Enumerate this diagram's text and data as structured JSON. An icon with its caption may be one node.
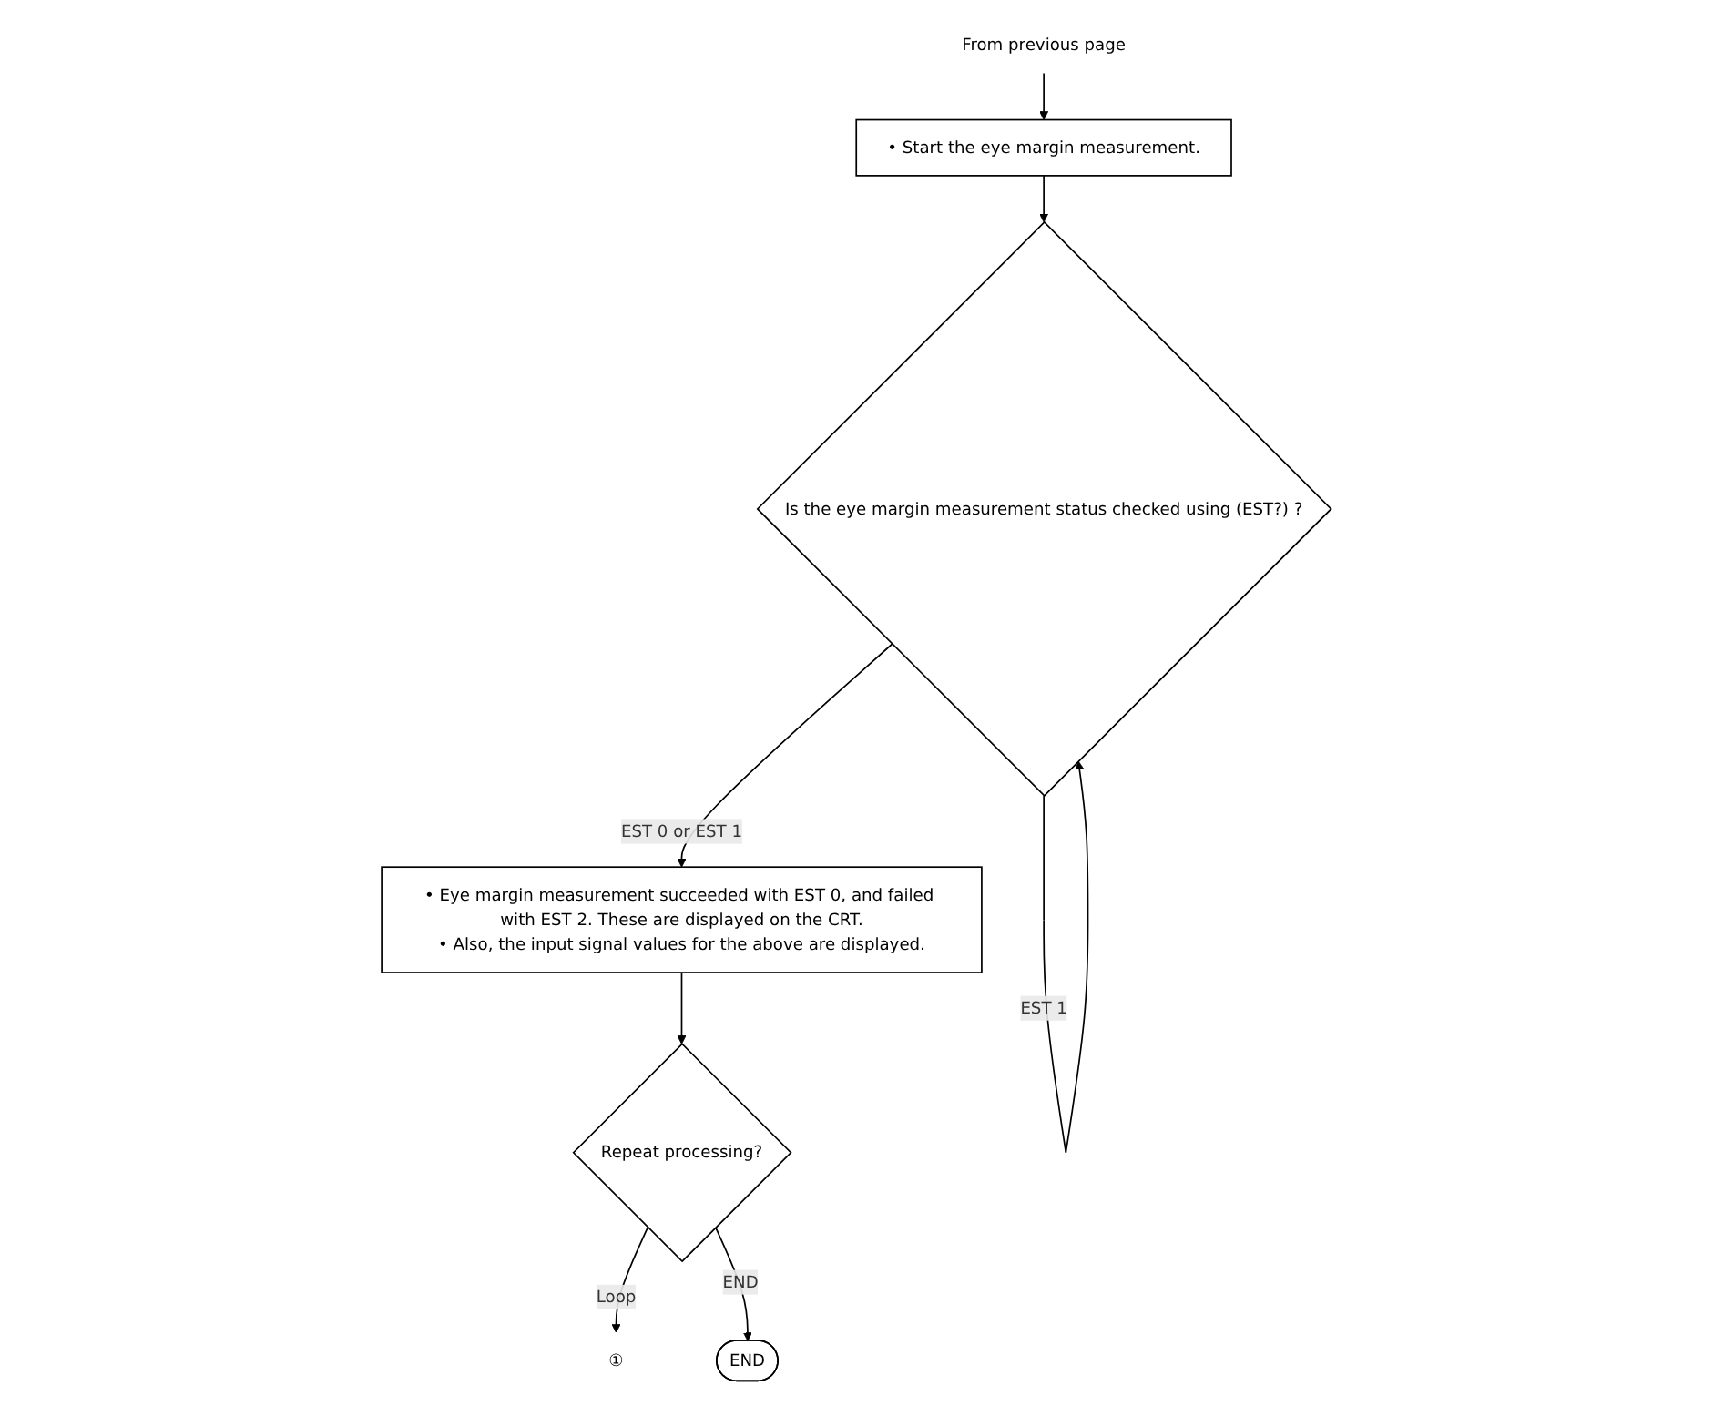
{
  "diagram": {
    "nodes": [
      {
        "text": [
          "From previous page"
        ]
      },
      {
        "text": [
          "• Start the eye margin measurement."
        ]
      },
      {
        "text": [
          "Is the eye margin measurement status checked using (EST?) ?"
        ]
      },
      {
        "text": [
          "• Eye margin measurement succeeded with EST 0, and failed with EST 2. These are displayed on the CRT.",
          "• Also, the input signal values for the above are displayed."
        ]
      },
      {
        "text": [
          "Repeat processing?"
        ]
      },
      {
        "text": [
          "END"
        ]
      },
      {
        "text": [
          "①"
        ]
      }
    ],
    "edges": [
      {
        "from": 0,
        "to": 1,
        "arrow": "to"
      },
      {
        "from": 1,
        "to": 2,
        "arrow": "to"
      },
      {
        "from": 2,
        "to": 2,
        "label": "EST 1",
        "arrow": "to"
      },
      {
        "from": 2,
        "to": 3,
        "label": "EST 0 or EST 1",
        "arrow": "to"
      },
      {
        "from": 3,
        "to": 4,
        "arrow": "to"
      },
      {
        "from": 4,
        "to": 6,
        "label": "Loop",
        "arrow": "to"
      },
      {
        "from": 4,
        "to": 5,
        "label": "END",
        "arrow": "to"
      }
    ]
  }
}
